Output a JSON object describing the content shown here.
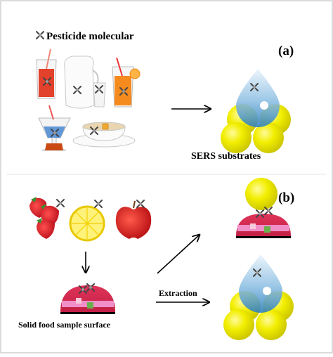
{
  "labels": {
    "legend": "Pesticide molecular",
    "panel_a": "(a)",
    "panel_b": "(b)",
    "sers": "SERS substrates",
    "solid_food": "Solid food sample surface",
    "extraction": "Extraction"
  },
  "colors": {
    "frame": "#cfcfcf",
    "gold_sphere": "#f2ee00",
    "droplet": "#2c7fc0",
    "sample_surface": "#e0345a",
    "sample_band": "#f08fc8",
    "green_spot": "#6ab04c",
    "orange_juice": "#f58a1f",
    "red_juice": "#e2412c",
    "molecule": "#555555"
  },
  "icons": {
    "molecule": "pesticide-molecule-icon",
    "drinks": "beverages-illustration",
    "foods": [
      "strawberries-illustration",
      "lemon-illustration",
      "apple-illustration"
    ]
  }
}
